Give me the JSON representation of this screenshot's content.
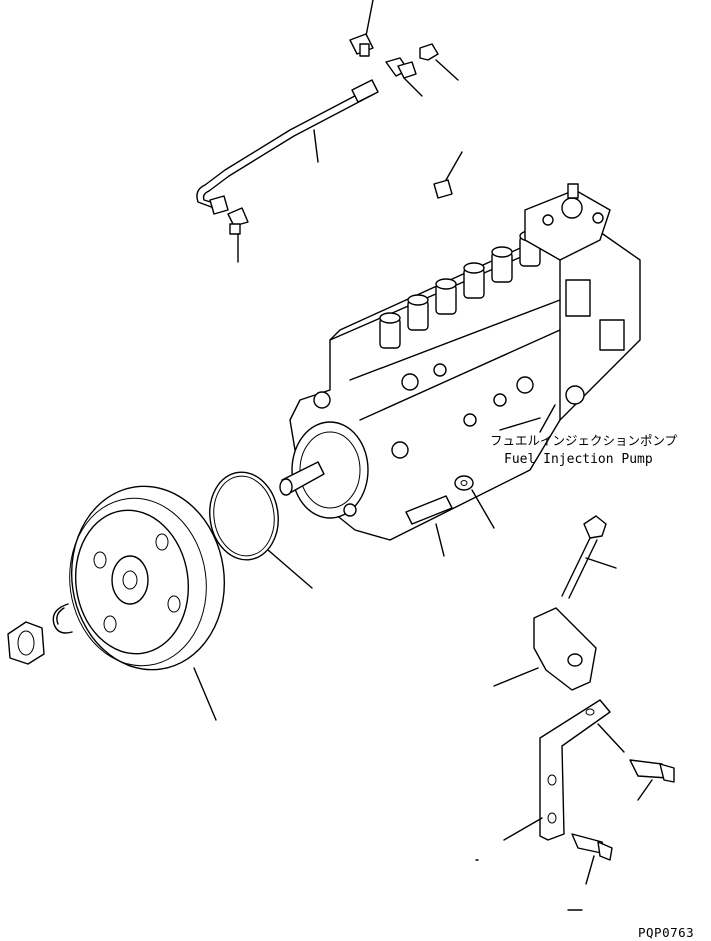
{
  "labels": {
    "part_name_jp": "フュエルインジェクションポンプ",
    "part_name_en": "Fuel Injection Pump"
  },
  "drawing_code": "PQP0763"
}
